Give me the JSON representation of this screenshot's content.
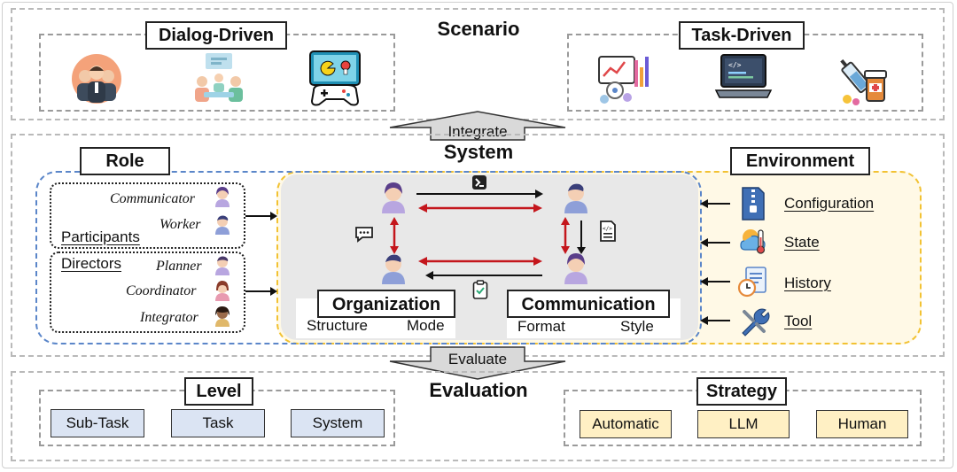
{
  "scenario": {
    "title": "Scenario",
    "dialog_driven": "Dialog-Driven",
    "task_driven": "Task-Driven",
    "dialog_icons": [
      "people-group-icon",
      "meeting-icon",
      "game-console-icon"
    ],
    "task_icons": [
      "data-analysis-icon",
      "code-laptop-icon",
      "medicine-icon"
    ]
  },
  "integrate_label": "Integrate",
  "system": {
    "title": "System",
    "role": {
      "title": "Role",
      "participants_label": "Participants",
      "participants": [
        "Communicator",
        "Worker"
      ],
      "directors_label": "Directors",
      "directors": [
        "Planner",
        "Coordinator",
        "Integrator"
      ]
    },
    "organization": {
      "title": "Organization",
      "items": [
        "Structure",
        "Mode"
      ]
    },
    "communication": {
      "title": "Communication",
      "items": [
        "Format",
        "Style"
      ]
    },
    "environment": {
      "title": "Environment",
      "items": [
        "Configuration",
        "State",
        "History",
        "Tool"
      ]
    }
  },
  "evaluate_label": "Evaluate",
  "evaluation": {
    "title": "Evaluation",
    "level": {
      "title": "Level",
      "items": [
        "Sub-Task",
        "Task",
        "System"
      ]
    },
    "strategy": {
      "title": "Strategy",
      "items": [
        "Automatic",
        "LLM",
        "Human"
      ]
    }
  },
  "colors": {
    "role_border": "#5b86c9",
    "env_border": "#f2c233",
    "env_fill": "#fff9e6",
    "center_fill": "#e8e8e8",
    "arrow_red": "#c4161c",
    "chip_blue": "#dbe4f3",
    "chip_yellow": "#fff0c4"
  }
}
